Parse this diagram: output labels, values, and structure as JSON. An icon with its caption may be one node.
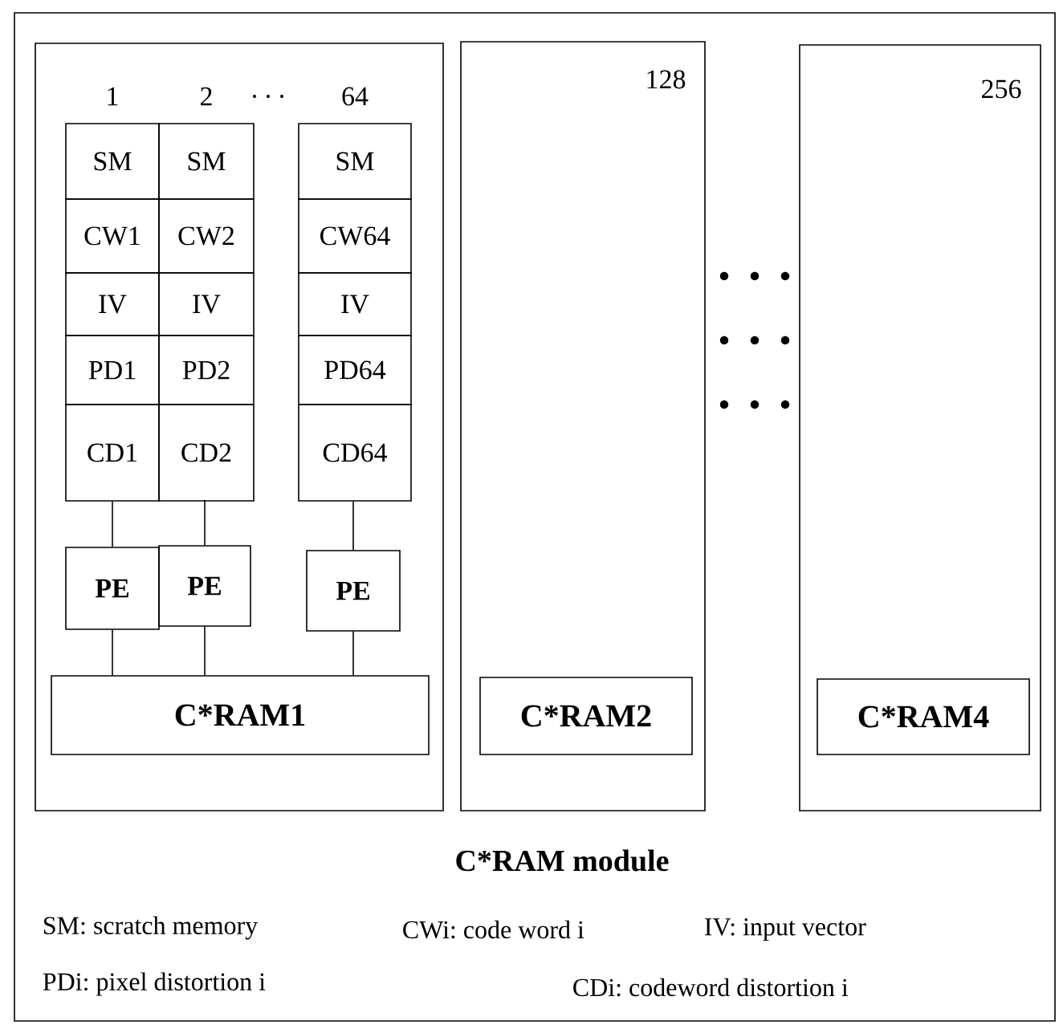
{
  "diagram": {
    "nodes": [
      {
        "text": [
          "C*RAM module"
        ]
      },
      {
        "text": [],
        "shape": "box",
        "in": 0
      },
      {
        "text": [
          "SM",
          "CW1",
          "IV",
          "PD1",
          "CD1"
        ],
        "beside": [
          "1"
        ],
        "in": 1
      },
      {
        "text": [
          "SM",
          "CW2",
          "IV",
          "PD2",
          "CD2"
        ],
        "beside": [
          "2"
        ],
        "in": 1
      },
      {
        "text": [
          "SM",
          "CW64",
          "IV",
          "PD64",
          "CD64"
        ],
        "beside": [
          "64"
        ],
        "in": 1
      },
      {
        "text": [
          "PE"
        ],
        "in": 1
      },
      {
        "text": [
          "PE"
        ],
        "in": 1
      },
      {
        "text": [
          "PE"
        ],
        "in": 1
      },
      {
        "text": [
          "C*RAM1"
        ],
        "in": 1
      },
      {
        "text": [
          "128"
        ],
        "in": 0
      },
      {
        "text": [
          "C*RAM2"
        ],
        "in": 9
      },
      {
        "text": [
          "256"
        ],
        "in": 0
      },
      {
        "text": [
          "C*RAM4"
        ],
        "in": 11
      }
    ],
    "edges": [
      {
        "from": 2,
        "to": 5,
        "arrow": "none"
      },
      {
        "from": 3,
        "to": 6,
        "arrow": "none"
      },
      {
        "from": 4,
        "to": 7,
        "arrow": "none"
      },
      {
        "from": 5,
        "to": 8,
        "arrow": "none"
      },
      {
        "from": 6,
        "to": 8,
        "arrow": "none"
      },
      {
        "from": 7,
        "to": 8,
        "arrow": "none"
      }
    ],
    "labels": [
      ". . .",
      "SM: scratch memory",
      "CWi: code word i",
      "IV: input vector",
      "PDi: pixel distortion i",
      "CDi: codeword distortion i"
    ]
  }
}
